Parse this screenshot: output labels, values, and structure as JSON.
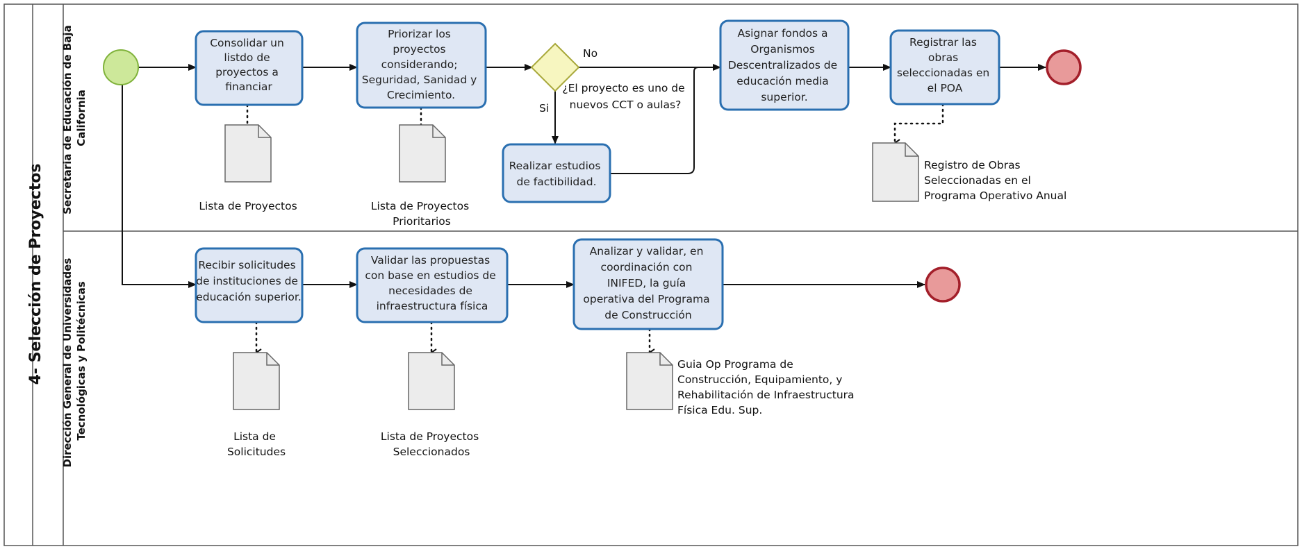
{
  "pool": {
    "title": "4- Selección de Proyectos"
  },
  "lanes": [
    {
      "lines": [
        "Secretaria de Educación de Baja",
        "California"
      ]
    },
    {
      "lines": [
        "Dirección General de Universidades",
        "Tecnológicas y Politécnicas"
      ]
    }
  ],
  "tasks": [
    {
      "id": "consolidar",
      "lines": [
        "Consolidar un",
        "listdo de",
        "proyectos a",
        "financiar"
      ]
    },
    {
      "id": "priorizar",
      "lines": [
        "Priorizar los",
        "proyectos",
        "considerando;",
        "Seguridad, Sanidad y",
        "Crecimiento."
      ]
    },
    {
      "id": "realizar",
      "lines": [
        "Realizar estudios",
        "de factibilidad."
      ]
    },
    {
      "id": "asignar",
      "lines": [
        "Asignar fondos a",
        "Organismos",
        "Descentralizados de",
        "educación media",
        "superior."
      ]
    },
    {
      "id": "registrar",
      "lines": [
        "Registrar las",
        "obras",
        "seleccionadas en",
        "el POA"
      ]
    },
    {
      "id": "recibir",
      "lines": [
        "Recibir solicitudes",
        "de instituciones de",
        "educación superior."
      ]
    },
    {
      "id": "validar",
      "lines": [
        "Validar las propuestas",
        "con base en estudios de",
        "necesidades de",
        "infraestructura física"
      ]
    },
    {
      "id": "analizar",
      "lines": [
        "Analizar y validar, en",
        "coordinación con",
        "INIFED, la guía",
        "operativa del Programa",
        "de Construcción"
      ]
    }
  ],
  "gateway": {
    "question_lines": [
      "¿El proyecto es uno de",
      "nuevos CCT o aulas?"
    ],
    "no_label": "No",
    "yes_label": "Si"
  },
  "documents": [
    {
      "id": "lista-proyectos",
      "lines": [
        "Lista de Proyectos"
      ]
    },
    {
      "id": "lista-prioritarios",
      "lines": [
        "Lista de Proyectos",
        "Prioritarios"
      ]
    },
    {
      "id": "registro-obras",
      "lines": [
        "Registro de Obras",
        "Seleccionadas en el",
        "Programa Operativo Anual"
      ]
    },
    {
      "id": "lista-solicitudes",
      "lines": [
        "Lista de",
        "Solicitudes"
      ]
    },
    {
      "id": "lista-seleccionados",
      "lines": [
        "Lista de Proyectos",
        "Seleccionados"
      ]
    },
    {
      "id": "guia-op",
      "lines": [
        "Guia Op Programa de",
        "Construcción, Equipamiento, y",
        "Rehabilitación de Infraestructura",
        "Física Edu. Sup."
      ]
    }
  ],
  "colors": {
    "task_fill": "#dfe7f4",
    "task_stroke": "#2a6fb0",
    "start_fill": "#cde89a",
    "start_stroke": "#7fb23a",
    "end_fill": "#e89a9a",
    "end_stroke": "#a31f2a",
    "gateway_fill": "#f7f6c0",
    "gateway_stroke": "#a8a83a"
  }
}
